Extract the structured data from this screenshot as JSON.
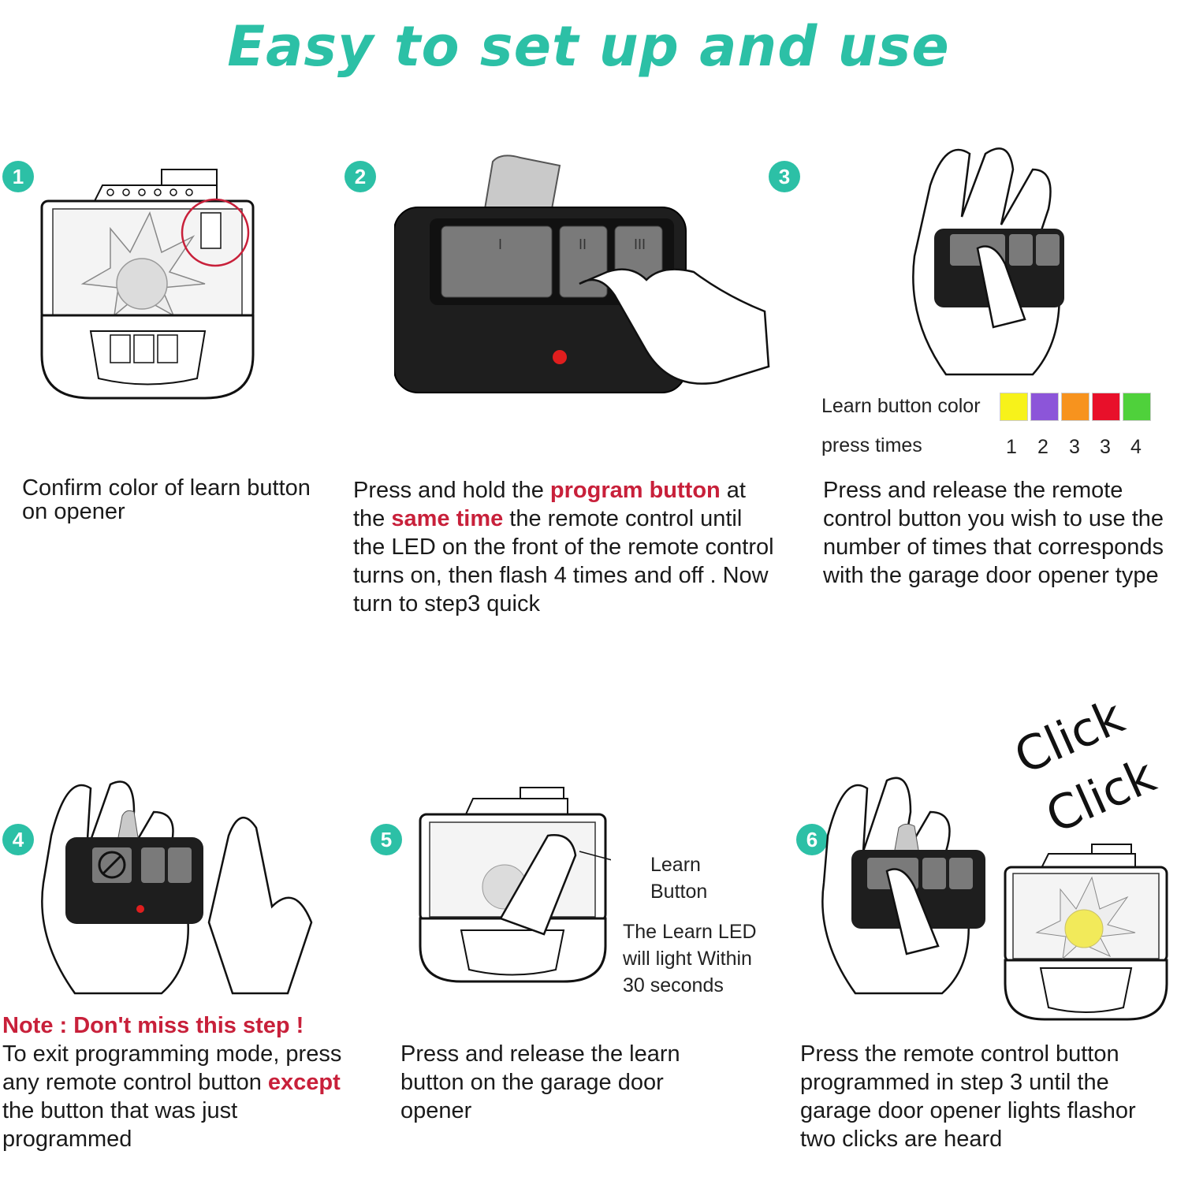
{
  "title": "Easy to set up and use",
  "steps": [
    {
      "number": "1",
      "text": "Confirm color of learn button on opener"
    },
    {
      "number": "2",
      "text_parts": [
        "Press and hold the ",
        "program button",
        " at the ",
        "same time",
        " the remote control until the LED on  the front of the remote control turns on, then  flash 4 times and off . Now turn to step3 quick"
      ]
    },
    {
      "number": "3",
      "text": "Press and release the remote control button   you wish to use the number of times that corresponds with the garage door opener type"
    },
    {
      "number": "4",
      "note": "Note : Don't miss this step !",
      "text_parts": [
        "To exit programming mode, press any remote  control button ",
        "except",
        " the button that was just  programmed"
      ]
    },
    {
      "number": "5",
      "text": "Press and release the learn button on the garage door opener",
      "callout_label": "Learn Button",
      "callout_led": "The Learn LED will light Within 30 seconds"
    },
    {
      "number": "6",
      "text": "Press the remote control button programmed in step 3 until the garage door opener lights flashor two clicks are heard",
      "click1": "Click",
      "click2": "Click"
    }
  ],
  "legend": {
    "color_label": "Learn button color",
    "press_label": "press times",
    "colors": [
      "#f7f21a",
      "#8c55d9",
      "#f7931e",
      "#e8102a",
      "#4fd13b"
    ],
    "press_times": [
      "1",
      "2",
      "3",
      "3",
      "4"
    ]
  },
  "remote_marks": [
    "I",
    "II",
    "III"
  ],
  "colors": {
    "accent": "#2cc0a6",
    "highlight": "#c8203a"
  }
}
